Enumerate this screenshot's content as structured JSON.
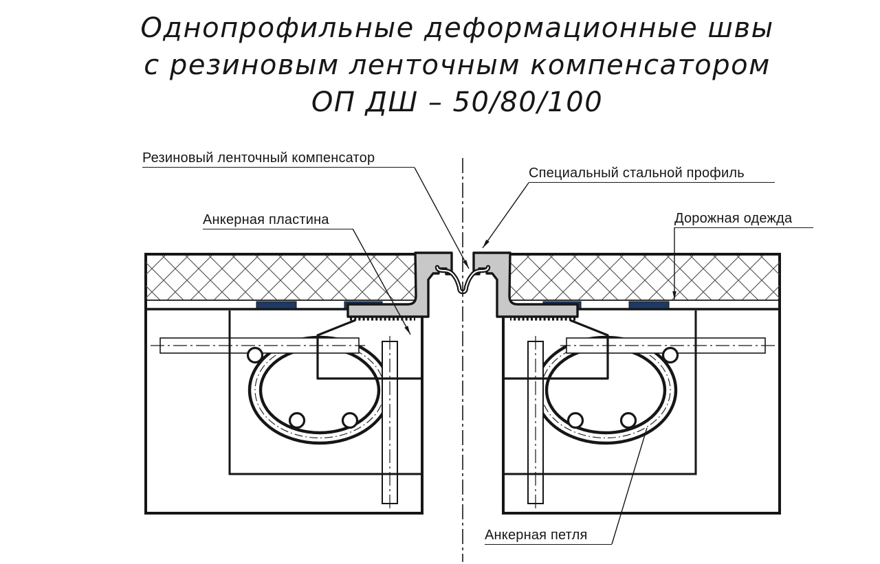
{
  "title": {
    "line1": "Однопрофильные деформационные швы",
    "line2": "с резиновым ленточным компенсатором",
    "line3": "ОП ДШ – 50/80/100"
  },
  "labels": {
    "rubber_compensator": "Резиновый ленточный компенсатор",
    "steel_profile": "Специальный стальной профиль",
    "anchor_plate": "Анкерная пластина",
    "road_surface": "Дорожная одежда",
    "anchor_loop": "Анкерная петля"
  },
  "colors": {
    "ink": "#161616",
    "steel_fill": "#c8c8c8",
    "anchor_navy": "#1f3864",
    "background": "#ffffff"
  }
}
